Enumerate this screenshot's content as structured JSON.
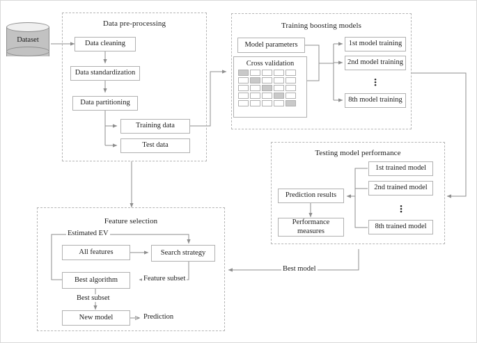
{
  "diagram": {
    "title": "Machine learning boosting model pipeline flowchart",
    "colors": {
      "box_border": "#b0b0b0",
      "group_border": "#b5b5b5",
      "arrow": "#8e8e8e",
      "text": "#1b1b1b",
      "cylinder_body": "#c2c2c2",
      "cylinder_top": "#efefef",
      "cv_cell_shaded": "#c9c9c9",
      "background": "#ffffff"
    }
  },
  "dataset": {
    "label": "Dataset"
  },
  "preprocessing": {
    "title": "Data pre-processing",
    "steps": [
      {
        "label": "Data cleaning"
      },
      {
        "label": "Data standardization"
      },
      {
        "label": "Data partitioning"
      },
      {
        "label": "Training data"
      },
      {
        "label": "Test data"
      }
    ]
  },
  "training": {
    "title": "Training boosting models",
    "inputs": [
      {
        "label": "Model parameters"
      },
      {
        "label": "Cross validation"
      }
    ],
    "cross_validation": {
      "rows": 5,
      "cols": 5,
      "shaded_diagonal": true,
      "grid": [
        [
          1,
          0,
          0,
          0,
          0
        ],
        [
          0,
          1,
          0,
          0,
          0
        ],
        [
          0,
          0,
          1,
          0,
          0
        ],
        [
          0,
          0,
          0,
          1,
          0
        ],
        [
          0,
          0,
          0,
          0,
          1
        ]
      ]
    },
    "models": [
      {
        "label": "1st model training"
      },
      {
        "label": "2nd model training"
      },
      {
        "label": "8th model training"
      }
    ],
    "ellipsis": "⋮"
  },
  "testing": {
    "title": "Testing model performance",
    "trained_models": [
      {
        "label": "1st trained model"
      },
      {
        "label": "2nd trained model"
      },
      {
        "label": "8th trained model"
      }
    ],
    "outputs": [
      {
        "label": "Prediction results"
      },
      {
        "label": "Performance measures"
      }
    ],
    "ellipsis": "⋮"
  },
  "feature_selection": {
    "title": "Feature selection",
    "boxes": [
      {
        "label": "All features"
      },
      {
        "label": "Search strategy"
      },
      {
        "label": "Best algorithm"
      },
      {
        "label": "New model"
      }
    ],
    "edge_labels": [
      {
        "label": "Estimated EV"
      },
      {
        "label": "Feature subset"
      },
      {
        "label": "Best subset"
      },
      {
        "label": "Prediction"
      }
    ]
  },
  "connections": {
    "best_model_label": "Best model"
  }
}
